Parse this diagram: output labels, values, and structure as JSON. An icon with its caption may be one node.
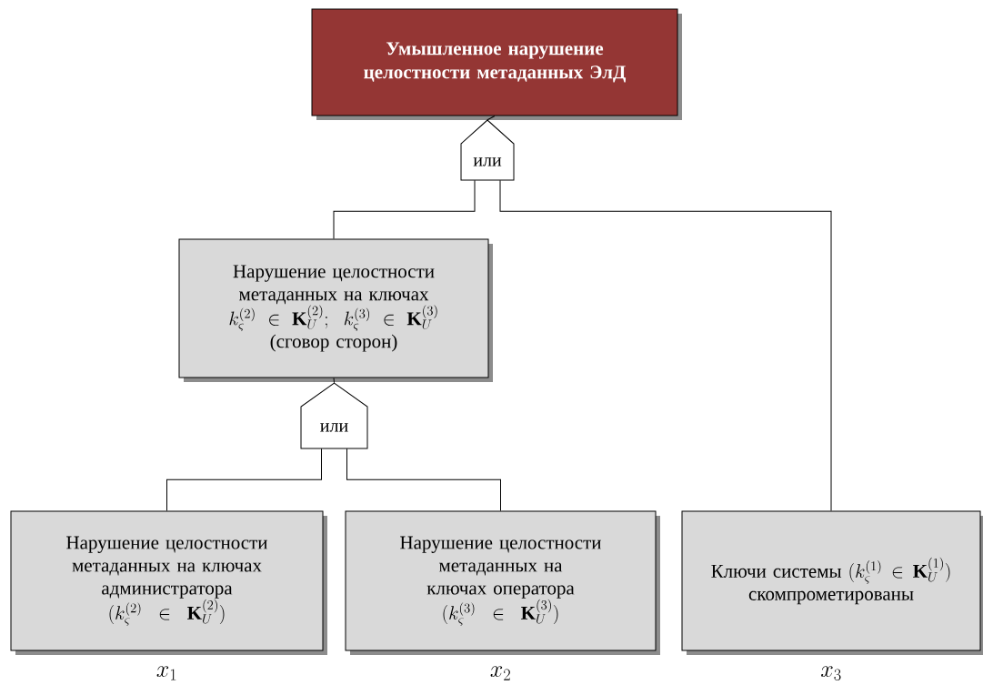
{
  "diagram": {
    "nodes": [
      {
        "text": [
          "Умышленное нарушение целостности метаданных ЭлД"
        ]
      },
      {
        "text": [
          "или"
        ]
      },
      {
        "text": [
          "Нарушение целостности метаданных на ключах",
          "k_{\\varsigma}^{(2)}\\in\\mathbf{K}_{U}^{(2)};\\; k_{\\varsigma}^{(3)}\\in\\mathbf{K}_{U}^{(3)}",
          "(сговор сторон)"
        ]
      },
      {
        "text": [
          "или"
        ]
      },
      {
        "text": [
          "Нарушение целостности метаданных на ключах администратора",
          "(k_{\\varsigma}^{(2)}\\in\\mathbf{K}_{U}^{(2)})"
        ],
        "beside": [
          "x_1"
        ]
      },
      {
        "text": [
          "Нарушение целостности метаданных на ключах оператора",
          "(k_{\\varsigma}^{(3)}\\in\\mathbf{K}_{U}^{(3)})"
        ],
        "beside": [
          "x_2"
        ]
      },
      {
        "text": [
          "Ключи системы",
          "(k_{\\varsigma}^{(1)}\\in\\mathbf{K}_{U}^{(1)})",
          "скомпрометированы"
        ],
        "beside": [
          "x_3"
        ]
      }
    ],
    "edges": [
      {
        "from": 1,
        "to": 0,
        "arrow": "none"
      },
      {
        "from": 1,
        "to": 2,
        "arrow": "none"
      },
      {
        "from": 1,
        "to": 6,
        "arrow": "none"
      },
      {
        "from": 3,
        "to": 2,
        "arrow": "none"
      },
      {
        "from": 3,
        "to": 4,
        "arrow": "none"
      },
      {
        "from": 3,
        "to": 5,
        "arrow": "none"
      }
    ]
  }
}
